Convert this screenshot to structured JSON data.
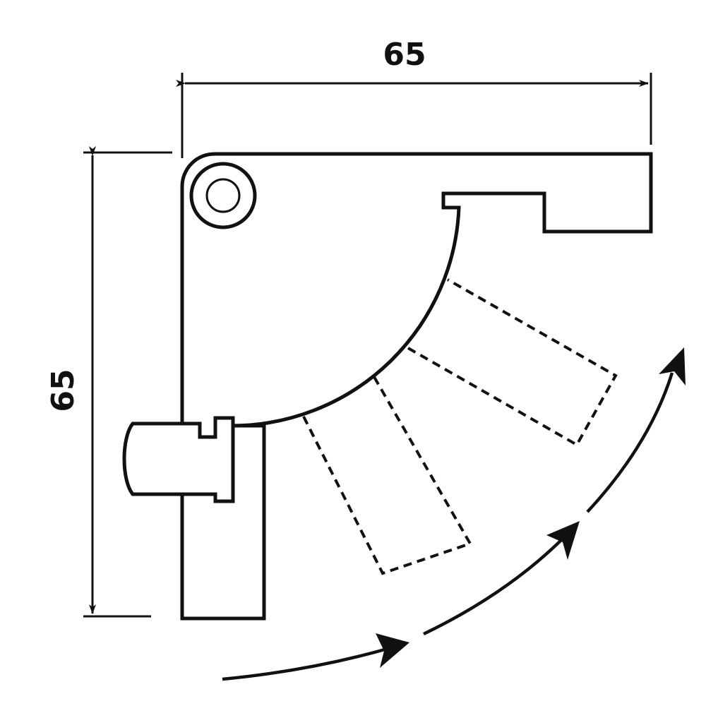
{
  "dimensions": {
    "width_label": "65",
    "height_label": "65"
  },
  "rotation_direction": "counter-clockwise"
}
